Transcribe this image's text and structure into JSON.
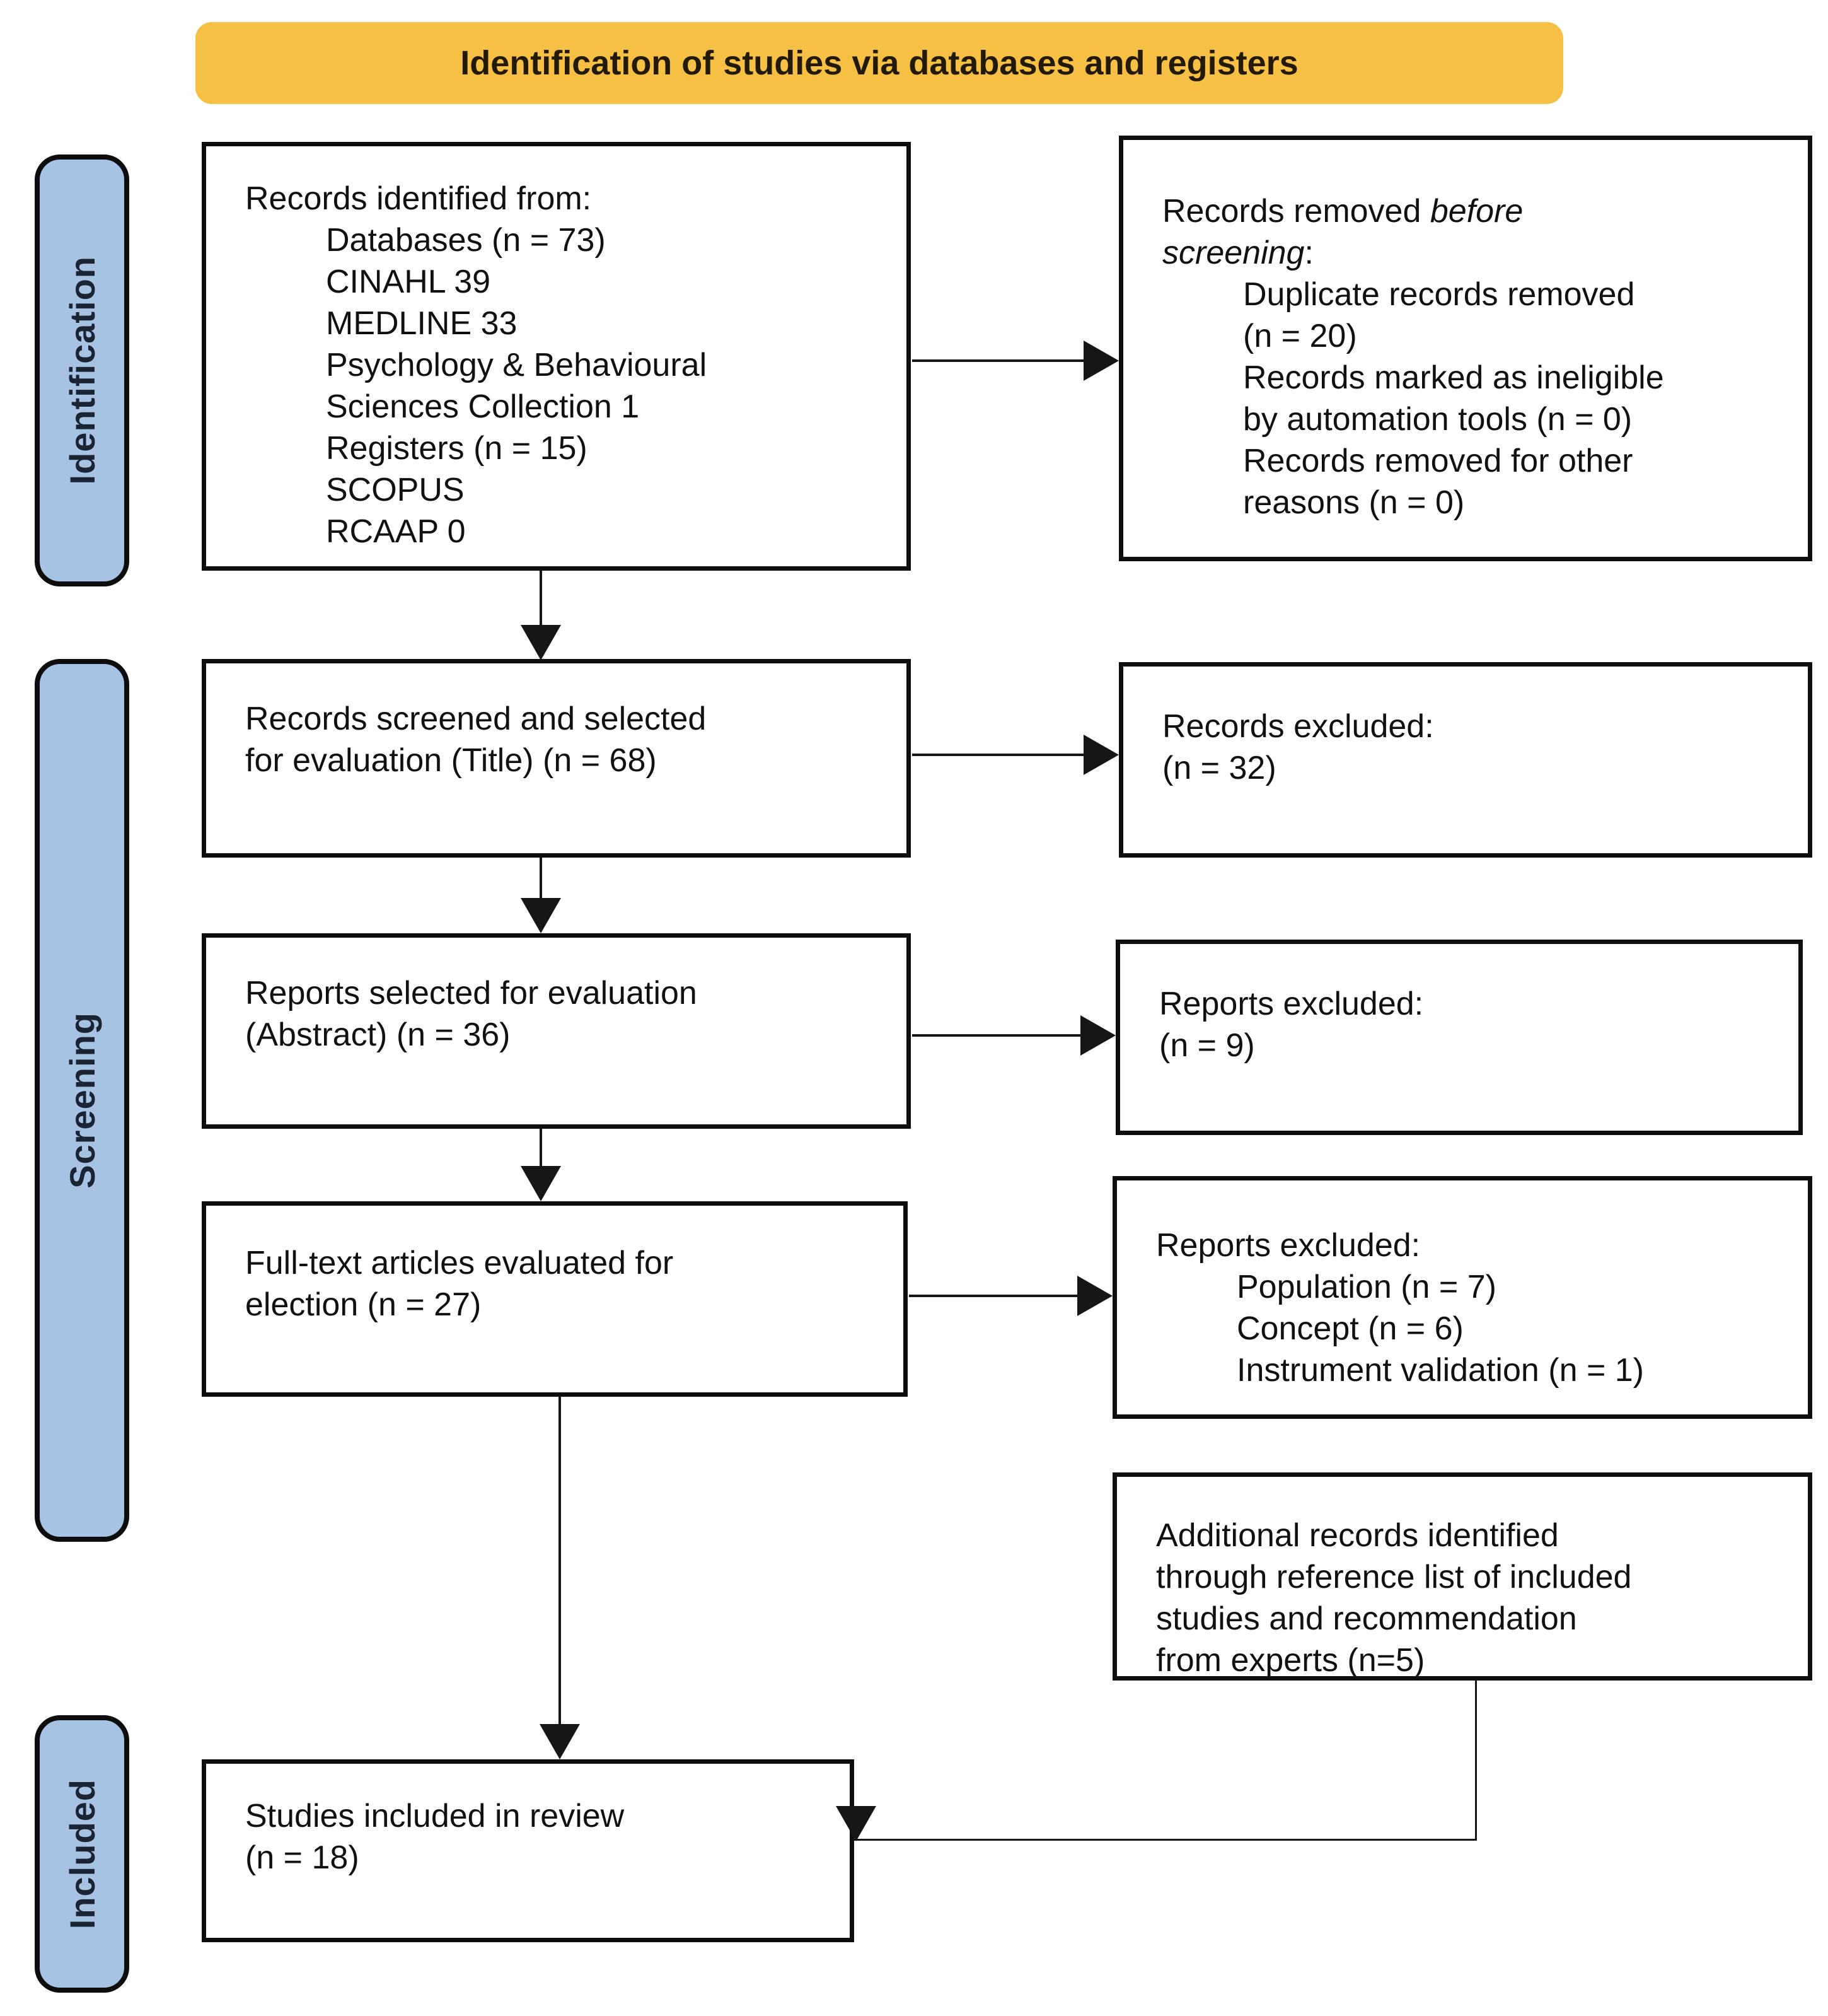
{
  "banner": {
    "title": "Identification of studies via databases and registers"
  },
  "sidebar": {
    "identification": "Identification",
    "screening": "Screening",
    "included": "Included"
  },
  "flow": {
    "records_identified": {
      "title": "Records identified from:",
      "lines": [
        "Databases (n = 73)",
        "CINAHL 39",
        "MEDLINE 33",
        "Psychology & Behavioural",
        "Sciences Collection 1",
        "Registers (n = 15)",
        "SCOPUS",
        "RCAAP 0"
      ]
    },
    "records_removed": {
      "title_prefix": "Records removed ",
      "title_em": "before screening",
      "title_suffix": ":",
      "lines": [
        "Duplicate records removed",
        "(n = 20)",
        "Records marked as ineligible",
        "by automation tools (n = 0)",
        "Records removed for other",
        "reasons (n = 0)"
      ]
    },
    "records_screened": {
      "lines": [
        "Records screened and selected",
        "for evaluation (Title) (n = 68)"
      ]
    },
    "records_excluded": {
      "lines": [
        "Records excluded:",
        "(n = 32)"
      ]
    },
    "reports_selected": {
      "lines": [
        "Reports selected for evaluation",
        "(Abstract) (n = 36)"
      ]
    },
    "reports_excluded_abstract": {
      "lines": [
        "Reports excluded:",
        "(n = 9)"
      ]
    },
    "fulltext_evaluated": {
      "lines": [
        "Full-text articles evaluated for",
        "election (n = 27)"
      ]
    },
    "reports_excluded_fulltext": {
      "title": "Reports excluded:",
      "lines": [
        "Population (n = 7)",
        "Concept (n = 6)",
        "Instrument validation (n = 1)"
      ]
    },
    "additional_records": {
      "lines": [
        "Additional records identified",
        "through reference list of included",
        "studies and recommendation",
        "from experts (n=5)"
      ]
    },
    "studies_included": {
      "lines": [
        "Studies included in review",
        "(n = 18)"
      ]
    }
  },
  "colors": {
    "banner_bg": "#F5C044",
    "stage_bg": "#A6C3E3",
    "box_border": "#0E0E0E",
    "arrow": "#161616"
  }
}
